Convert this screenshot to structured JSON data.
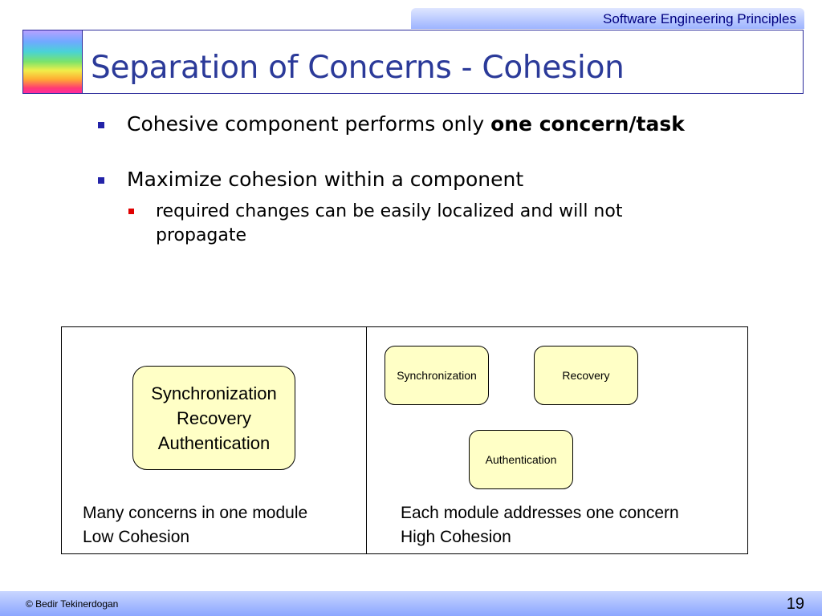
{
  "header": {
    "course_title": "Software Engineering Principles"
  },
  "slide": {
    "title": "Separation of Concerns - Cohesion",
    "bullets": [
      {
        "text_prefix": "Cohesive component performs only ",
        "text_bold": "one concern/task"
      },
      {
        "text": "Maximize cohesion within a component"
      }
    ],
    "sub_bullet": {
      "line1": "required changes can be easily localized and will not",
      "line2": "propagate"
    }
  },
  "diagram": {
    "left": {
      "module_lines": [
        "Synchronization",
        "Recovery",
        "Authentication"
      ],
      "caption_line1": "Many concerns in one module",
      "caption_line2": "Low Cohesion"
    },
    "right": {
      "modules": [
        "Synchronization",
        "Recovery",
        "Authentication"
      ],
      "caption_line1": "Each module addresses one concern",
      "caption_line2": "High Cohesion"
    }
  },
  "footer": {
    "copyright": "© Bedir Tekinerdogan",
    "page_number": "19"
  },
  "colors": {
    "title": "#2b3a99",
    "bullet_marker": "#2323a8",
    "sub_bullet_marker": "#e00000",
    "module_fill": "#ffffc6"
  }
}
